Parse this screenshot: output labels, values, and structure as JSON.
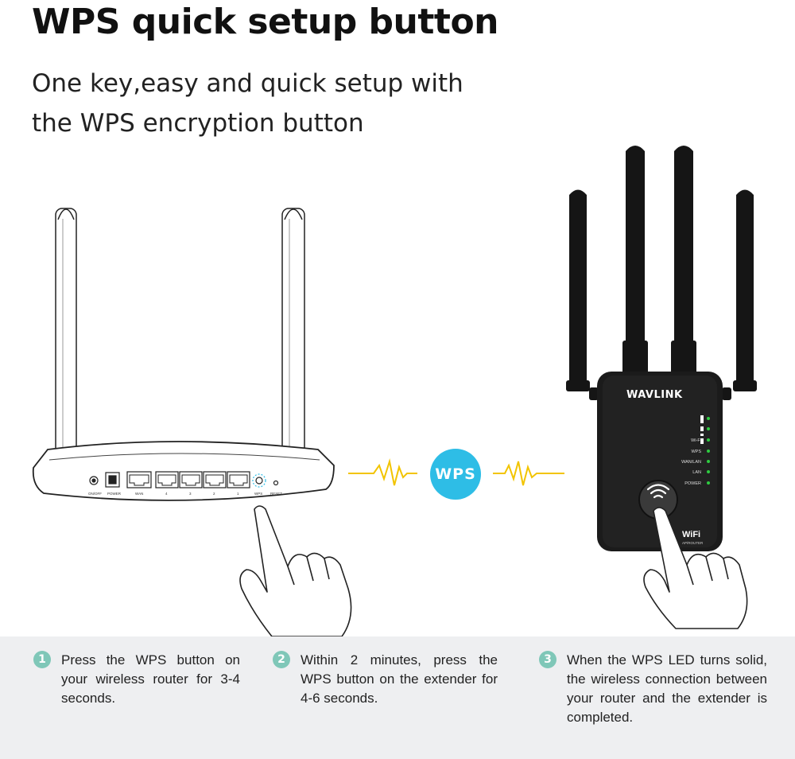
{
  "header": {
    "title": "WPS quick setup button",
    "subtitle_line1": "One key,easy and quick setup with",
    "subtitle_line2": "the WPS encryption button"
  },
  "router": {
    "ports": [
      "ON/OFF",
      "POWER",
      "WAN",
      "4",
      "3",
      "2",
      "1",
      "WPS",
      "RESET"
    ]
  },
  "signal": {
    "badge": "WPS",
    "color": "#f2c400",
    "badge_color": "#2ebde6"
  },
  "extender": {
    "brand": "WAVLINK",
    "leds": [
      "Wi-Fi",
      "WPS",
      "WAN/LAN",
      "LAN",
      "POWER"
    ],
    "wifi_logo": "WiFi",
    "wifi_sub": "AP/ROUTER",
    "led_color": "#2ecc40"
  },
  "steps": [
    {
      "num": "1",
      "text": "Press the WPS button on your wireless router for 3-4 seconds."
    },
    {
      "num": "2",
      "text": "Within 2 minutes, press the WPS button on the extender for 4-6 seconds."
    },
    {
      "num": "3",
      "text": "When the WPS LED turns solid, the wireless connection between your router and the extender is completed."
    }
  ],
  "colors": {
    "step_bar": "#eeeff1",
    "step_num": "#7fc7b8"
  }
}
